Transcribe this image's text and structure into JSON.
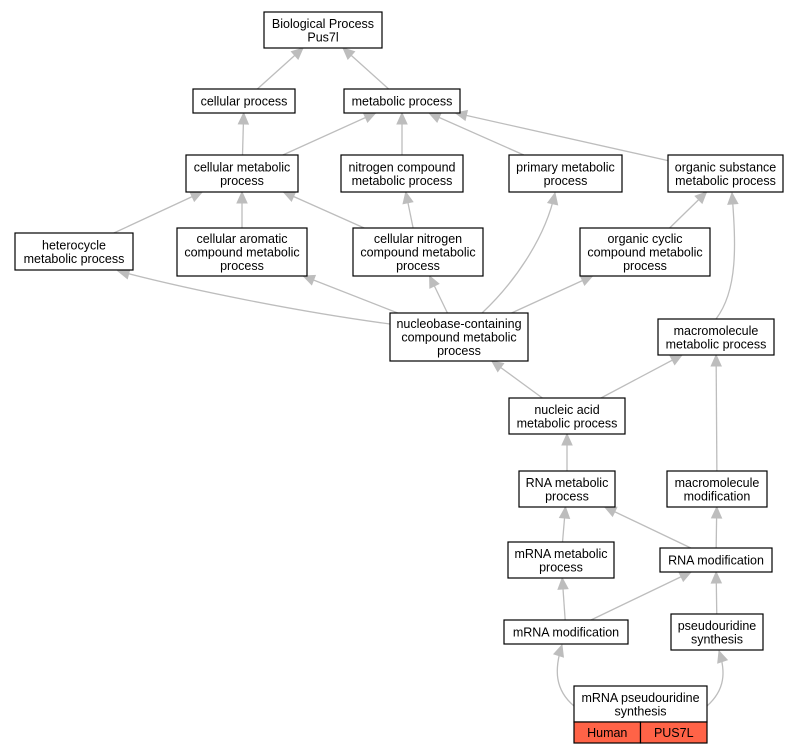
{
  "colors": {
    "edge": "#bdbdbd",
    "tag_fill": "#ff6347",
    "node_border": "#000000"
  },
  "nodes": {
    "bp": {
      "lines": [
        "Biological Process",
        "Pus7l"
      ]
    },
    "cp": {
      "lines": [
        "cellular process"
      ]
    },
    "mp": {
      "lines": [
        "metabolic process"
      ]
    },
    "cmp": {
      "lines": [
        "cellular metabolic",
        "process"
      ]
    },
    "ncmp": {
      "lines": [
        "nitrogen compound",
        "metabolic process"
      ]
    },
    "pmp": {
      "lines": [
        "primary metabolic",
        "process"
      ]
    },
    "osmp": {
      "lines": [
        "organic substance",
        "metabolic process"
      ]
    },
    "hmp": {
      "lines": [
        "heterocycle",
        "metabolic process"
      ]
    },
    "cacmp": {
      "lines": [
        "cellular aromatic",
        "compound metabolic",
        "process"
      ]
    },
    "cncmp": {
      "lines": [
        "cellular nitrogen",
        "compound metabolic",
        "process"
      ]
    },
    "occmp": {
      "lines": [
        "organic cyclic",
        "compound metabolic",
        "process"
      ]
    },
    "nbccmp": {
      "lines": [
        "nucleobase-containing",
        "compound metabolic",
        "process"
      ]
    },
    "macmp": {
      "lines": [
        "macromolecule",
        "metabolic process"
      ]
    },
    "namp": {
      "lines": [
        "nucleic acid",
        "metabolic process"
      ]
    },
    "rmp": {
      "lines": [
        "RNA metabolic",
        "process"
      ]
    },
    "mm": {
      "lines": [
        "macromolecule",
        "modification"
      ]
    },
    "mrmp": {
      "lines": [
        "mRNA metabolic",
        "process"
      ]
    },
    "rm": {
      "lines": [
        "RNA modification"
      ]
    },
    "mrm": {
      "lines": [
        "mRNA modification"
      ]
    },
    "ps": {
      "lines": [
        "pseudouridine",
        "synthesis"
      ]
    },
    "mrps": {
      "lines": [
        "mRNA pseudouridine",
        "synthesis"
      ],
      "tags": [
        "Human",
        "PUS7L"
      ]
    }
  }
}
